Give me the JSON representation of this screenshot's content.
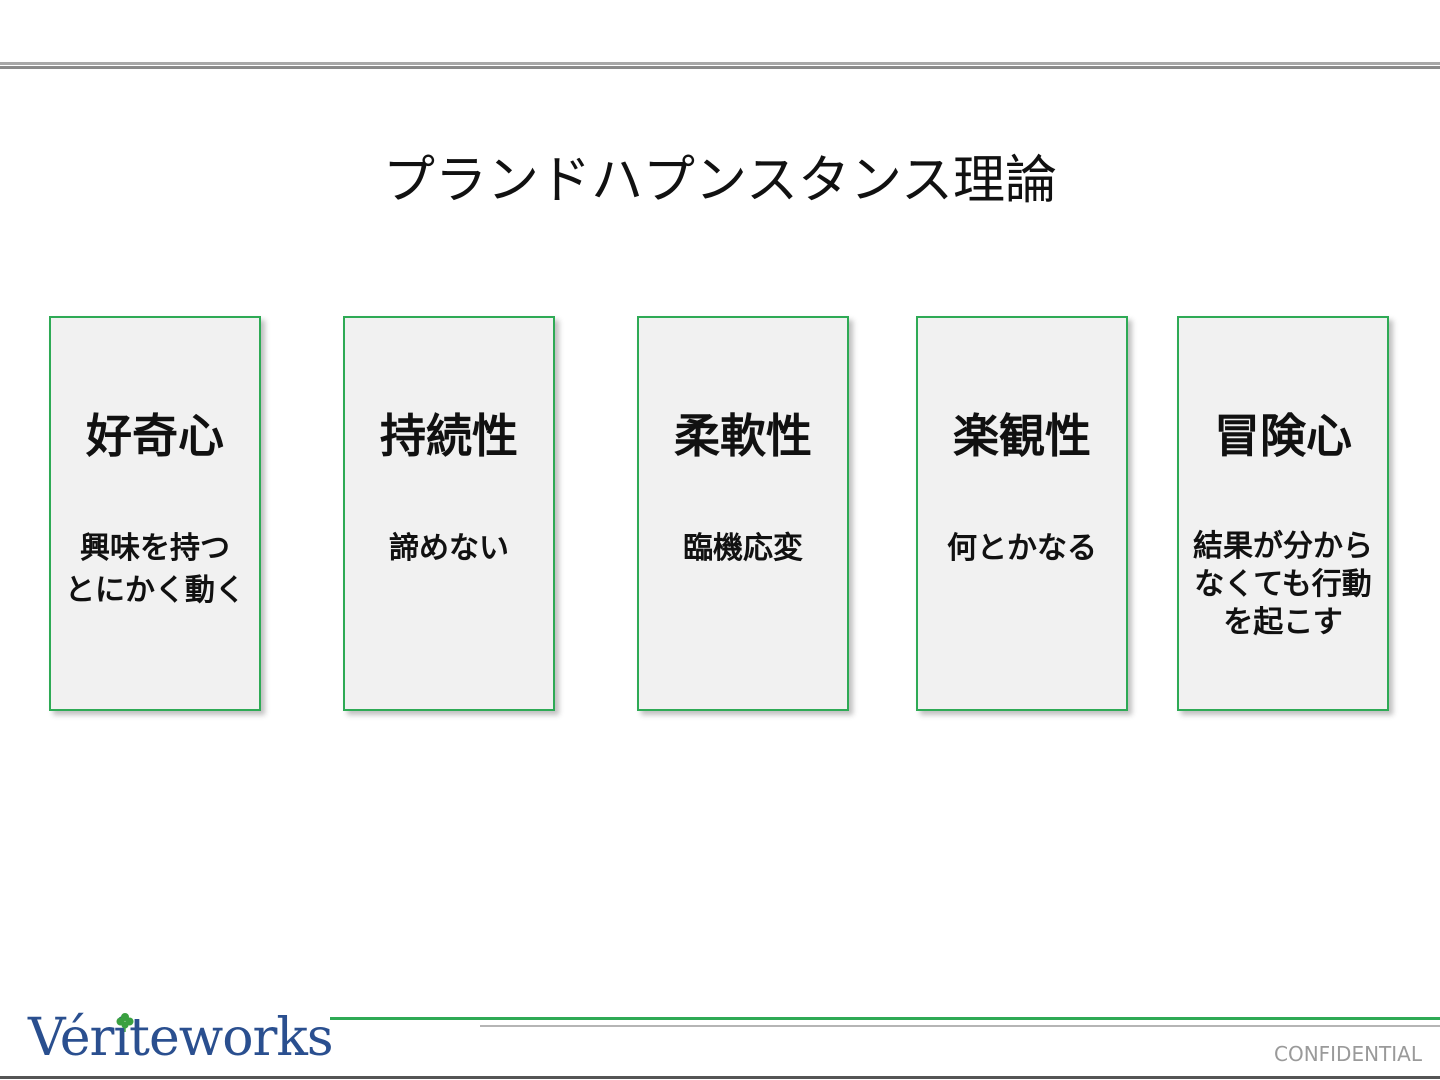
{
  "title": "プランドハプンスタンス理論",
  "cards": [
    {
      "heading": "好奇心",
      "desc": "興味を持つ\nとにかく動く"
    },
    {
      "heading": "持続性",
      "desc": "諦めない"
    },
    {
      "heading": "柔軟性",
      "desc": "臨機応変"
    },
    {
      "heading": "楽観性",
      "desc": "何とかなる"
    },
    {
      "heading": "冒険心",
      "desc": "結果が分から\nなくても行動\nを起こす"
    }
  ],
  "footer": {
    "logo_text": "Vériteworks",
    "confidential": "CONFIDENTIAL"
  },
  "colors": {
    "card_border": "#2eaa55",
    "card_fill": "#f1f1f1",
    "logo": "#2a4f8f"
  }
}
